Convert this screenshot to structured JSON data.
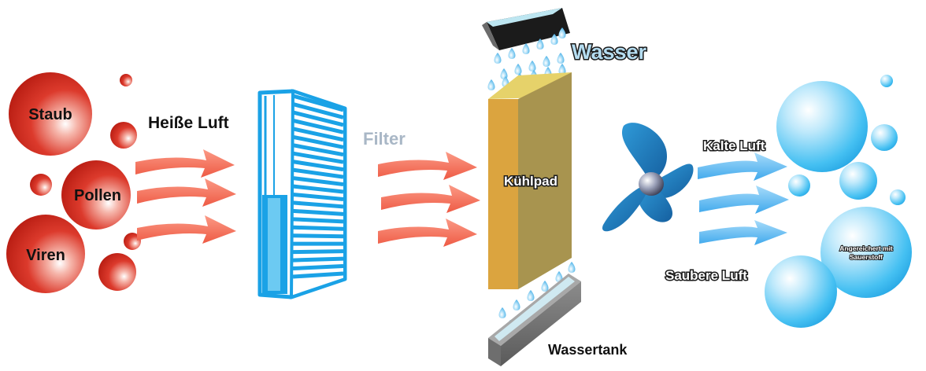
{
  "labels": {
    "dust": "Staub",
    "pollen": "Pollen",
    "viruses": "Viren",
    "hot_air": "Heiße Luft",
    "filter": "Filter",
    "water": "Wasser",
    "cooling_pad": "Kühlpad",
    "water_tank": "Wassertank",
    "cold_air": "Kalte Luft",
    "clean_air": "Saubere Luft",
    "oxygen_line1": "Angereichert mit",
    "oxygen_line2": "Sauerstoff"
  },
  "colors": {
    "particle_red": "#d7261b",
    "hot_arrow": "#f46a55",
    "filter_blue": "#1aa2e6",
    "pad_front": "#dba43f",
    "pad_side": "#a8944f",
    "water_drop": "#4fb9ee",
    "cold_arrow": "#4fb3ef",
    "bubble_blue": "#2fb4ee",
    "fan_blue": "#1f7fc4"
  }
}
